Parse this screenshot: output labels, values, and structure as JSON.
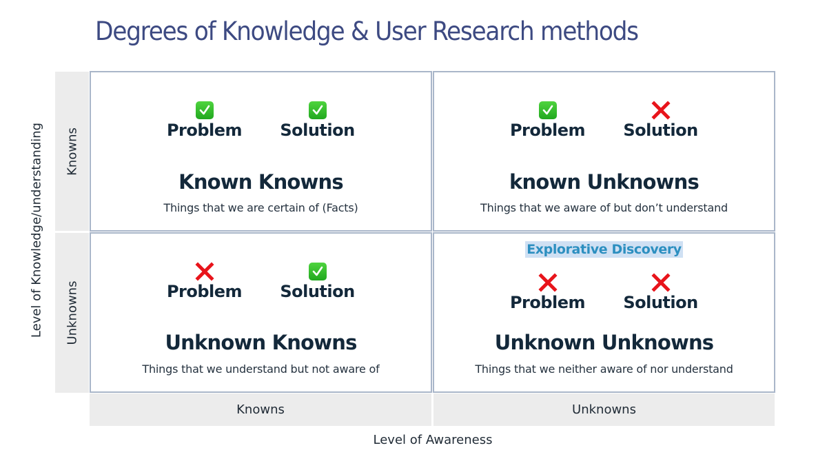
{
  "title": "Degrees of Knowledge & User Research methods",
  "axes": {
    "y_label": "Level of Knowledge/understanding",
    "y_categories": [
      "Knowns",
      "Unknowns"
    ],
    "x_label": "Level of Awareness",
    "x_categories": [
      "Knowns",
      "Unknowns"
    ]
  },
  "quadrants": {
    "top_left": {
      "problem_label": "Problem",
      "problem_status": "check",
      "solution_label": "Solution",
      "solution_status": "check",
      "title": "Known Knowns",
      "description": "Things that we are certain of (Facts)"
    },
    "top_right": {
      "problem_label": "Problem",
      "problem_status": "check",
      "solution_label": "Solution",
      "solution_status": "cross",
      "title": "known Unknowns",
      "description": "Things that we aware of but don’t understand"
    },
    "bottom_left": {
      "problem_label": "Problem",
      "problem_status": "cross",
      "solution_label": "Solution",
      "solution_status": "check",
      "title": "Unknown Knowns",
      "description": "Things that we understand but not aware of"
    },
    "bottom_right": {
      "highlight": "Explorative Discovery",
      "problem_label": "Problem",
      "problem_status": "cross",
      "solution_label": "Solution",
      "solution_status": "cross",
      "title": "Unknown Unknowns",
      "description": "Things that we neither aware of nor understand"
    }
  },
  "colors": {
    "title": "#3d4a82",
    "text_dark": "#13283a",
    "border": "#a9b6c9",
    "axis_bg": "#ececec",
    "check_green": "#2cb52a",
    "cross_red": "#e8141b",
    "highlight_bg": "#cfe0f3",
    "highlight_text": "#2c8fc0"
  }
}
